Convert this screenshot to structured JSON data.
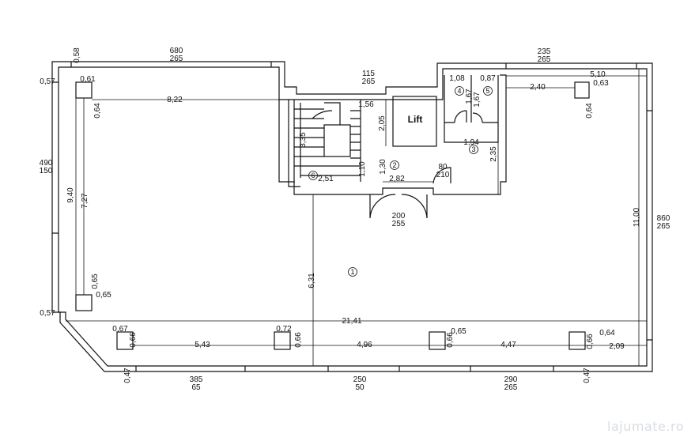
{
  "dimensions": {
    "top_left_width": "680",
    "top_left_height": "265",
    "top_mid_width": "115",
    "top_mid_height": "265",
    "top_right_width": "235",
    "top_right_height": "265",
    "left_window_width": "490",
    "left_window_height": "150",
    "right_window_width": "860",
    "right_window_height": "265",
    "door_main_width": "200",
    "door_main_height": "255",
    "door_small_width": "80",
    "door_small_height": "210",
    "bottom_left_width": "385",
    "bottom_left_height": "65",
    "bottom_mid_width": "250",
    "bottom_mid_height": "50",
    "bottom_right_width": "290",
    "bottom_right_height": "265",
    "d_058": "0,58",
    "d_057_top": "0,57",
    "d_061": "0,61",
    "d_064_left": "0,64",
    "d_822": "8,22",
    "d_940": "9,40",
    "d_727": "7,27",
    "d_065_v": "0,65",
    "d_065_h": "0,65",
    "d_057_bottom": "0,57",
    "d_156": "1,56",
    "d_205": "2,05",
    "d_335": "3,35",
    "d_251": "2,51",
    "d_110": "1,10",
    "d_130": "1,30",
    "d_282": "2,82",
    "d_108": "1,08",
    "d_087": "0,87",
    "d_167a": "1,67",
    "d_167b": "1,67",
    "d_194": "1,94",
    "d_235": "2,35",
    "d_510": "5,10",
    "d_240": "2,40",
    "d_063": "0,63",
    "d_064_right": "0,64",
    "d_1100": "11,00",
    "d_631": "6,31",
    "d_2141": "21,41",
    "d_067": "0,67",
    "d_066_1": "0,66",
    "d_543": "5,43",
    "d_072": "0,72",
    "d_066_2": "0,66",
    "d_496": "4,96",
    "d_065_b": "0,65",
    "d_066_3": "0,66",
    "d_447": "4,47",
    "d_064_b": "0,64",
    "d_066_4": "0,66",
    "d_209": "2,09",
    "d_047_left": "0,47",
    "d_047_right": "0,47"
  },
  "rooms": {
    "room_1": "1",
    "room_2": "2",
    "room_3": "3",
    "room_4": "4",
    "room_5": "5",
    "room_6": "6",
    "lift": "Lift"
  },
  "watermark": "lajumate.ro"
}
